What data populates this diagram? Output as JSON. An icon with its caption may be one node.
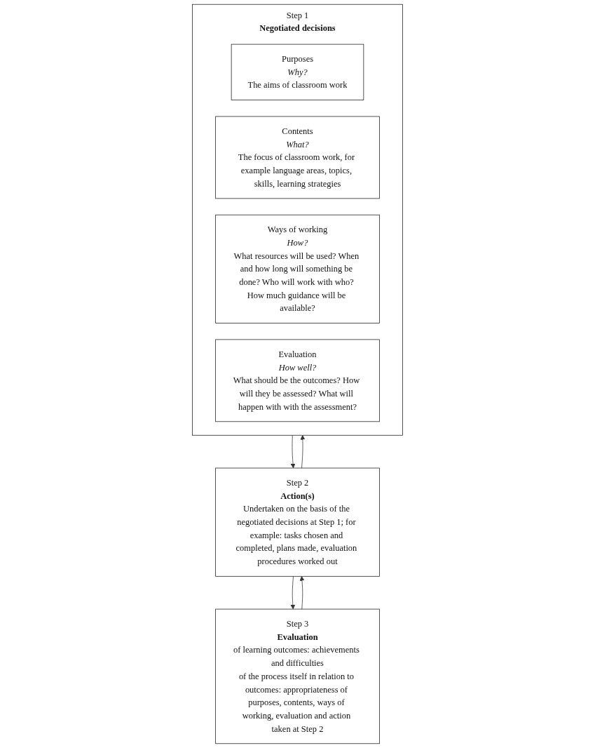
{
  "diagram": {
    "nodes": [
      {
        "text": [
          "Step 1",
          "Negotiated decisions"
        ]
      },
      {
        "text": [
          "Purposes",
          "Why?",
          "The aims of classroom work"
        ],
        "in": 0
      },
      {
        "text": [
          "Contents",
          "What?",
          "The focus of classroom work, for example language areas, topics, skills, learning strategies"
        ],
        "in": 0
      },
      {
        "text": [
          "Ways of working",
          "How?",
          "What resources will be used? When and how long will something be done? Who will work with who? How much guidance will be available?"
        ],
        "in": 0
      },
      {
        "text": [
          "Evaluation",
          "How well?",
          "What should be the outcomes? How will they be assessed? What will happen with with the assessment?"
        ],
        "in": 0
      },
      {
        "text": [
          "Step 2",
          "Action(s)",
          "Undertaken on the basis of the negotiated decisions at Step 1; for example: tasks chosen and completed, plans made, evaluation procedures worked out"
        ]
      },
      {
        "text": [
          "Step 3",
          "Evaluation",
          "of learning outcomes: achievements and difficulties",
          "of the process itself in relation to outcomes: appropriateness of purposes, contents, ways of working, evaluation and action taken at Step 2"
        ]
      }
    ],
    "edges": [
      {
        "from": 0,
        "to": 5,
        "arrow": "to"
      },
      {
        "from": 5,
        "to": 6,
        "arrow": "to"
      },
      {
        "from": 6,
        "to": 5,
        "arrow": "to"
      },
      {
        "from": 5,
        "to": 0,
        "arrow": "to"
      }
    ]
  }
}
